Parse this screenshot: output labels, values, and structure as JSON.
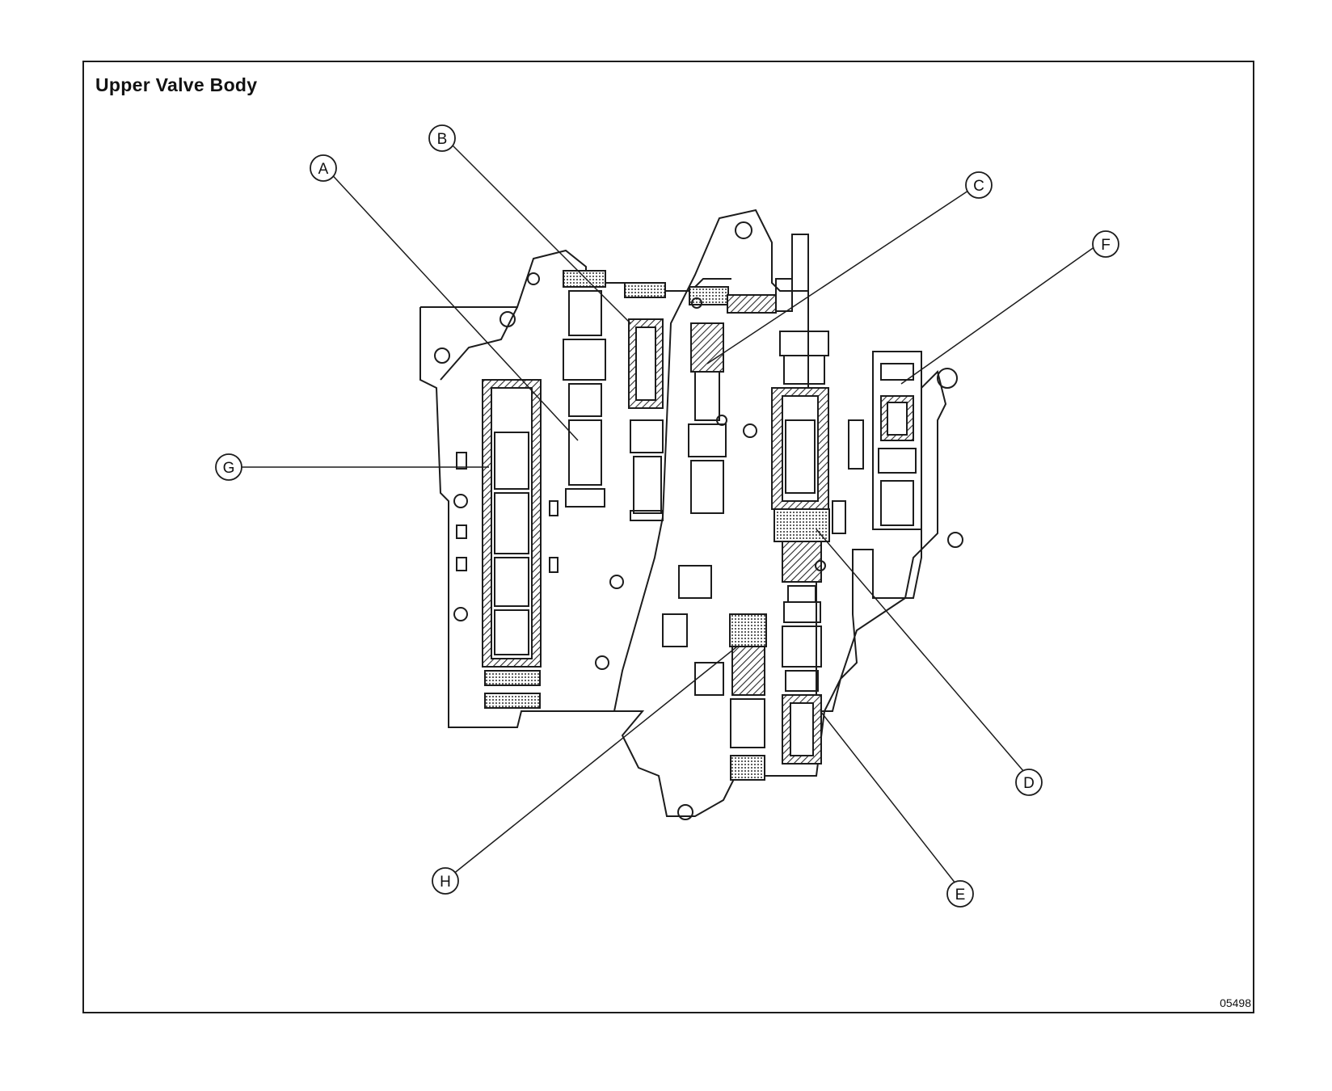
{
  "title": "Upper Valve Body",
  "figure_code": "05498",
  "callouts": [
    {
      "id": "A",
      "label": "A"
    },
    {
      "id": "B",
      "label": "B"
    },
    {
      "id": "C",
      "label": "C"
    },
    {
      "id": "D",
      "label": "D"
    },
    {
      "id": "E",
      "label": "E"
    },
    {
      "id": "F",
      "label": "F"
    },
    {
      "id": "G",
      "label": "G"
    },
    {
      "id": "H",
      "label": "H"
    }
  ],
  "colors": {
    "line": "#1c1c1c",
    "hatch": "#2a2a2a",
    "background": "#ffffff"
  }
}
